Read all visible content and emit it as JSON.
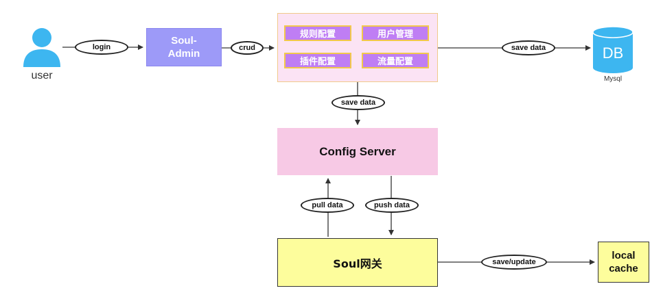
{
  "actor": {
    "label": "user",
    "color": "#3db6f0"
  },
  "soul_admin": {
    "label": "Soul-Admin",
    "color": "#9d9af8"
  },
  "admin_modules": {
    "rules": "规则配置",
    "users": "用户管理",
    "plugins": "插件配置",
    "traffic": "流量配置"
  },
  "database": {
    "icon_text": "DB",
    "label": "Mysql",
    "color": "#3db6f0"
  },
  "config_server": {
    "label": "Config Server"
  },
  "soul_gateway": {
    "label": "Soul网关"
  },
  "local_cache": {
    "label": "local cache"
  },
  "edges": {
    "login": "login",
    "crud": "crud",
    "save_data_db": "save data",
    "save_data_config": "save data",
    "pull_data": "pull data",
    "push_data": "push data",
    "save_update": "save/update"
  },
  "colors": {
    "admin_panel_bg": "#fbe3f4",
    "module_bg": "#bf7ef4",
    "module_border": "#f2c84b",
    "config_server_bg": "#f7c9e5",
    "gateway_bg": "#fdfd9c",
    "line": "#333333"
  }
}
